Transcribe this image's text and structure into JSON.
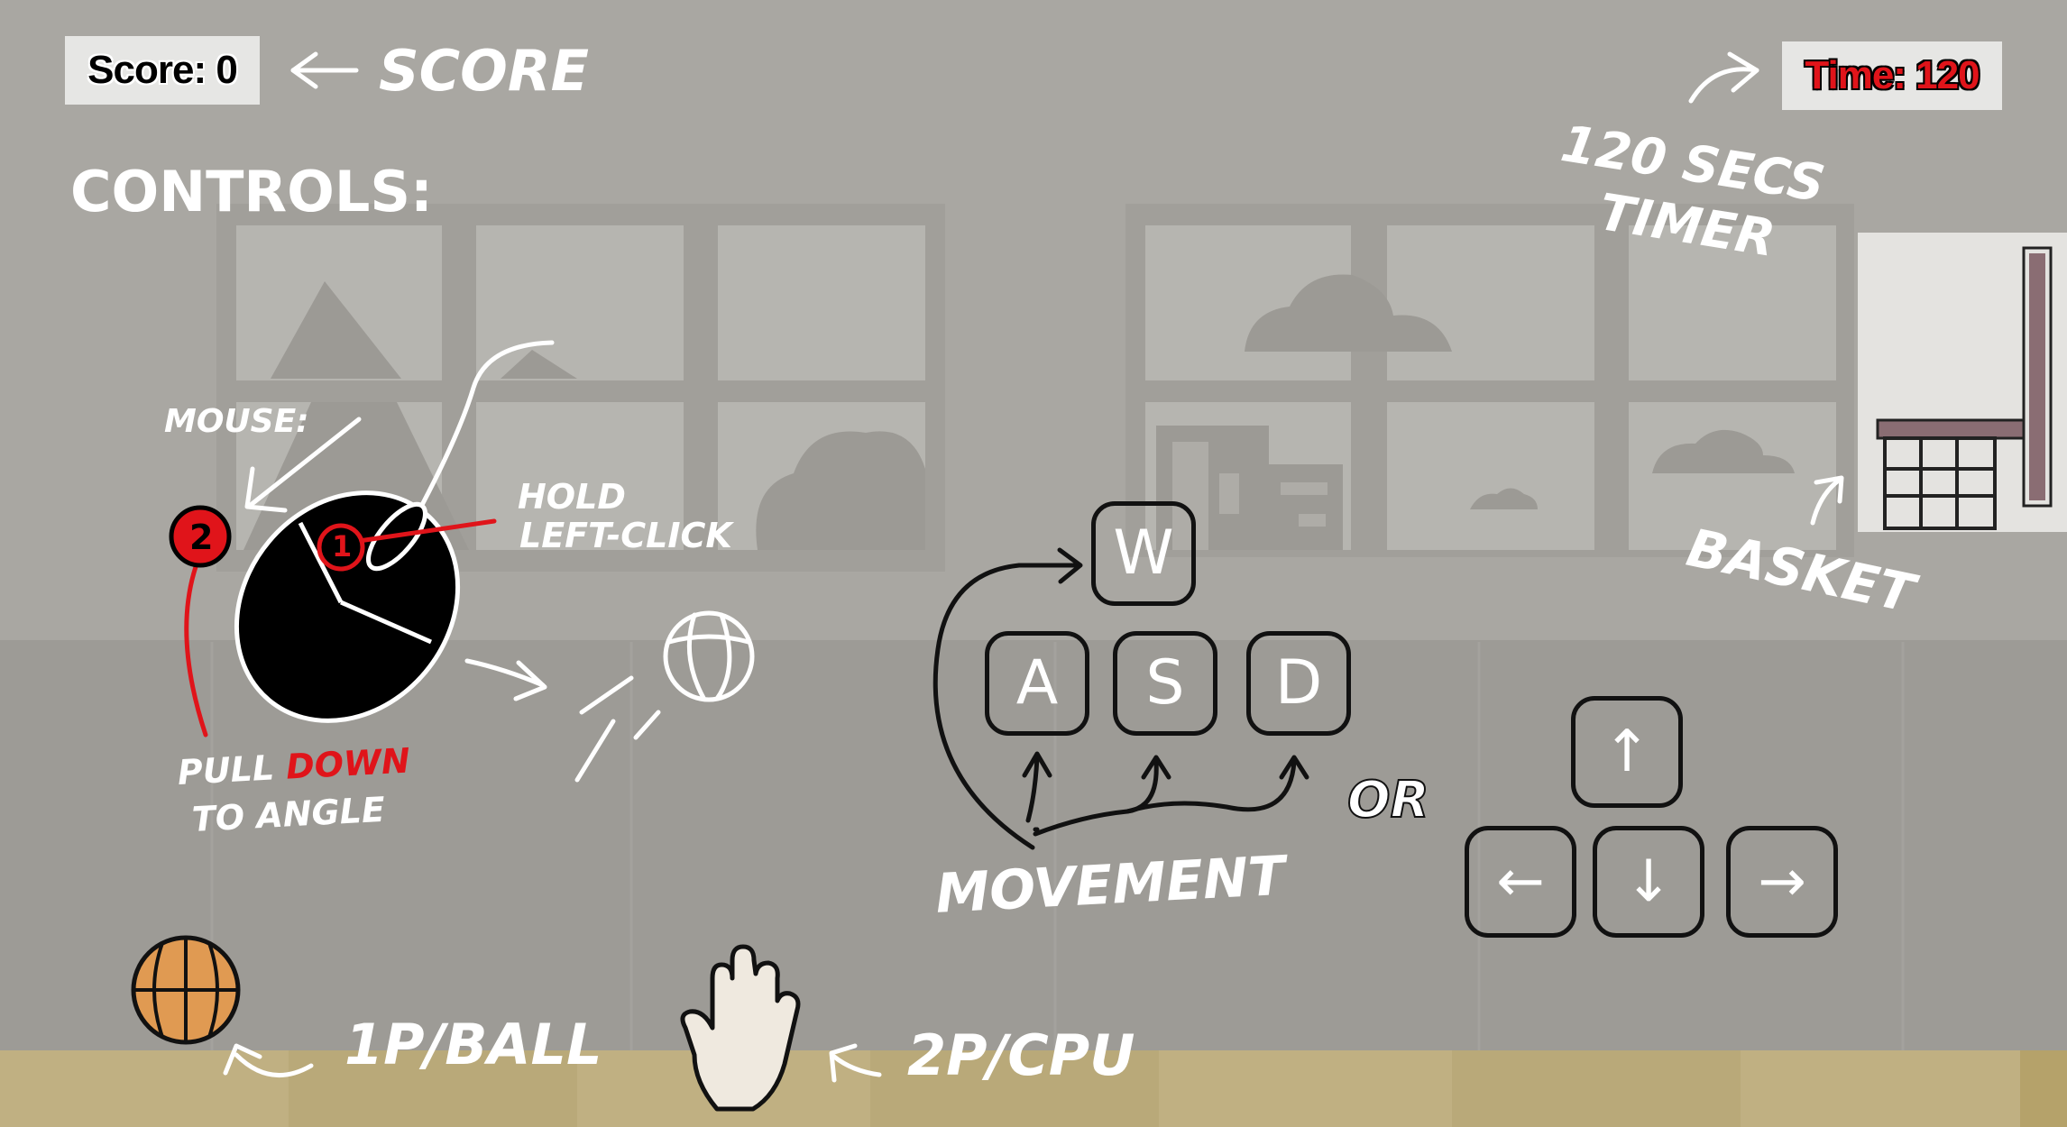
{
  "hud": {
    "score": "Score: 0",
    "time": "Time: 120"
  },
  "labels": {
    "score": "SCORE",
    "controls": "CONTROLS:",
    "timer_line1": "120 SECS",
    "timer_line2": "TIMER",
    "mouse": "MOUSE:",
    "hold_line1": "HOLD",
    "hold_line2": "LEFT-CLICK",
    "pull_prefix": "PULL ",
    "pull_down": "DOWN",
    "pull_line2": "TO ANGLE",
    "movement": "MOVEMENT",
    "or": "OR",
    "basket": "BASKET",
    "player1": "1P/BALL",
    "player2": "2P/CPU"
  },
  "mouse_steps": {
    "step1": "1",
    "step2": "2"
  },
  "keys": {
    "wasd": [
      "W",
      "A",
      "S",
      "D"
    ],
    "arrows": [
      "↑",
      "←",
      "↓",
      "→"
    ]
  },
  "colors": {
    "wall": "#a4a29d",
    "floor_stripe": "#9c9a95",
    "court": "#c2b283",
    "accent_red": "#e0141a",
    "ball": "#e09a52",
    "backboard_rim": "#8a6d73"
  }
}
